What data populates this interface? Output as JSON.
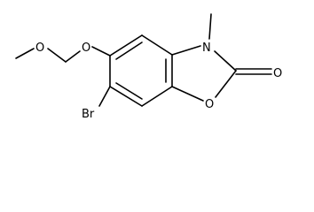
{
  "molecule": {
    "atoms": {
      "oxygen_ether_1": "O",
      "oxygen_ether_2": "O",
      "nitrogen": "N",
      "oxygen_carbonyl": "O",
      "oxygen_ring": "O",
      "bromine": "Br"
    },
    "colors": {
      "bond": "#000000",
      "label": "#000000",
      "background": "#ffffff"
    }
  }
}
